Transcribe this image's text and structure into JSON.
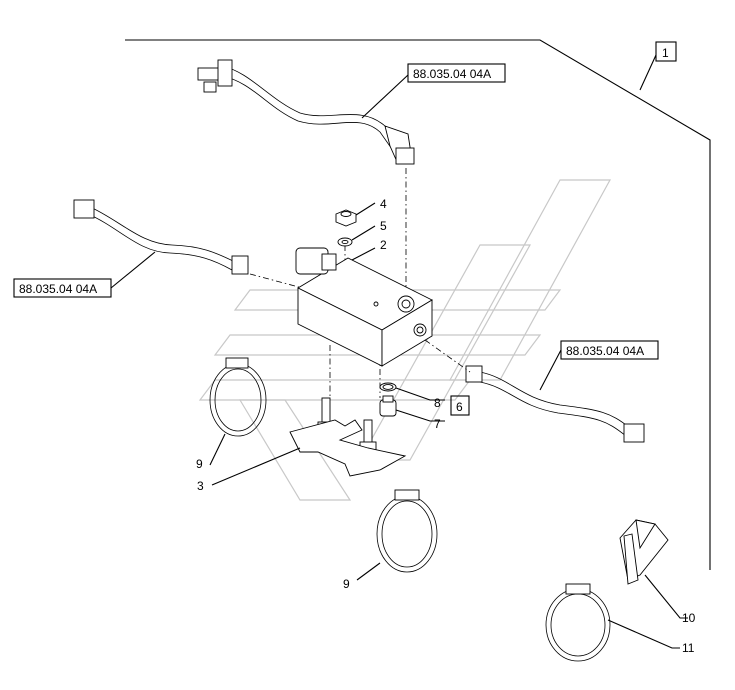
{
  "callouts": {
    "c1": "1",
    "c2": "2",
    "c3": "3",
    "c4": "4",
    "c5": "5",
    "c6": "6",
    "c7": "7",
    "c8": "8",
    "c9": "9",
    "c10": "10",
    "c11": "11",
    "ref_upper": "88.035.04 04A",
    "ref_left": "88.035.04 04A",
    "ref_right": "88.035.04 04A"
  }
}
